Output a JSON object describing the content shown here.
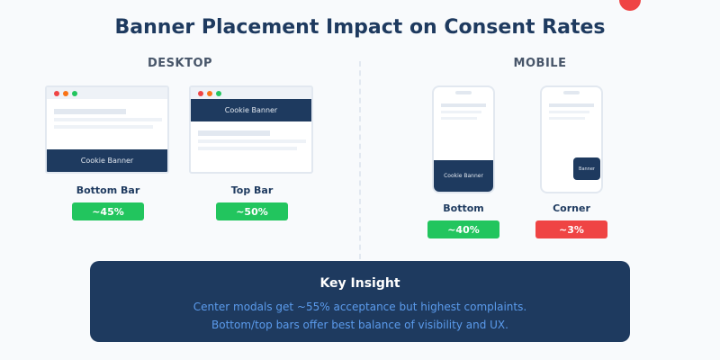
{
  "title": "Banner Placement Impact on Consent Rates",
  "colors": {
    "navy": "#1e3a5f",
    "green": "#22c55e",
    "red": "#ef4444",
    "background": "#f8fafc",
    "insight_text": "#5b9bec"
  },
  "desktop": {
    "label": "DESKTOP",
    "items": [
      {
        "name": "Bottom Bar",
        "banner_text": "Cookie Banner",
        "banner_position": "bottom",
        "rate": "~45%",
        "badge_color": "#22c55e"
      },
      {
        "name": "Top Bar",
        "banner_text": "Cookie Banner",
        "banner_position": "top",
        "rate": "~50%",
        "badge_color": "#22c55e"
      }
    ]
  },
  "mobile": {
    "label": "MOBILE",
    "items": [
      {
        "name": "Bottom",
        "banner_text": "Cookie Banner",
        "banner_position": "bottom",
        "rate": "~40%",
        "badge_color": "#22c55e"
      },
      {
        "name": "Corner",
        "banner_text": "Banner",
        "banner_position": "corner",
        "rate": "~3%",
        "badge_color": "#ef4444"
      }
    ]
  },
  "insight": {
    "title": "Key Insight",
    "lines": [
      "Center modals get ~55% acceptance but highest complaints.",
      "Bottom/top bars offer best balance of visibility and UX."
    ]
  }
}
